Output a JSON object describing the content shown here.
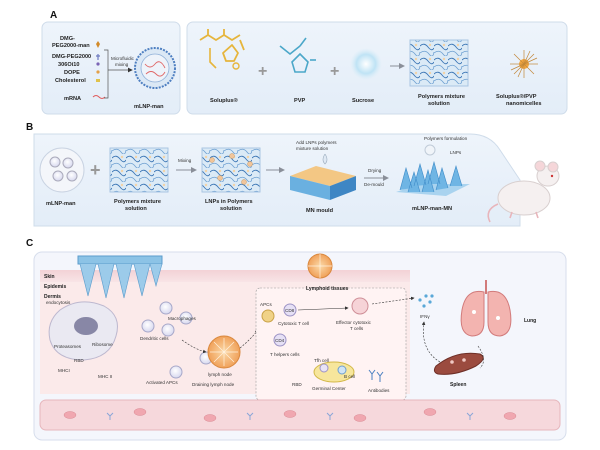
{
  "panels": {
    "a": {
      "letter": "A",
      "components": [
        "DMG-",
        "PEG2000-man",
        "DMG-PEG2000",
        "306Oi10",
        "DOPE",
        "Cholesterol",
        "mRNA"
      ],
      "process": [
        "Microfluidic",
        "mixing"
      ],
      "product": "mLNP-man",
      "materials": [
        "Soluplus®",
        "PVP",
        "Sucrose"
      ],
      "mixture": [
        "Polymers mixture",
        "solution"
      ],
      "nanomicelles": [
        "Soluplus®/PVP",
        "nanomicelles"
      ]
    },
    "b": {
      "letter": "B",
      "step1": "mLNP-man",
      "step2": [
        "Polymers mixture",
        "solution"
      ],
      "mixing": "Mixing",
      "step3": [
        "LNPs in Polymers",
        "solution"
      ],
      "add": [
        "Add LNPs polymers",
        "mixture solution"
      ],
      "mould": "MN mould",
      "drying": "Drying",
      "demould": "De-mould",
      "formulation": "Polymers formulation",
      "lnps": "LNPs",
      "final": "mLNP-man-MN"
    },
    "c": {
      "letter": "C",
      "skin": "Skin",
      "epidemis": "Epidemis",
      "dermis": "Dermis",
      "endocytosis": "endocytosis",
      "proteasomes": "Proteasomes",
      "ribosome": "Ribosome",
      "rbd": "RBD",
      "mhc1": "MHCI",
      "mhc2": "MHC II",
      "macrophages": "Macrophages",
      "dendritic": "Dendritic cells",
      "activated": "Activated APCs",
      "lymph_node": "lymph node",
      "draining": "Draining lymph node",
      "lymphoid": "Lymphoid tissues",
      "apcs": "APCs",
      "cd8": "CD8",
      "cytotoxic": "Cytotoxic T cell",
      "effector": [
        "Effector cytotoxic",
        "T cells"
      ],
      "cd4": "CD4",
      "helpers": "T helpers cells",
      "tfh": "Tfh cell",
      "bcell": "B cell",
      "germinal": "Germinal Center",
      "rbd2": "RBD",
      "antibodies": "Antibodies",
      "ifn": "IFNγ",
      "spleen": "Spleen",
      "lung": "Lung"
    }
  }
}
